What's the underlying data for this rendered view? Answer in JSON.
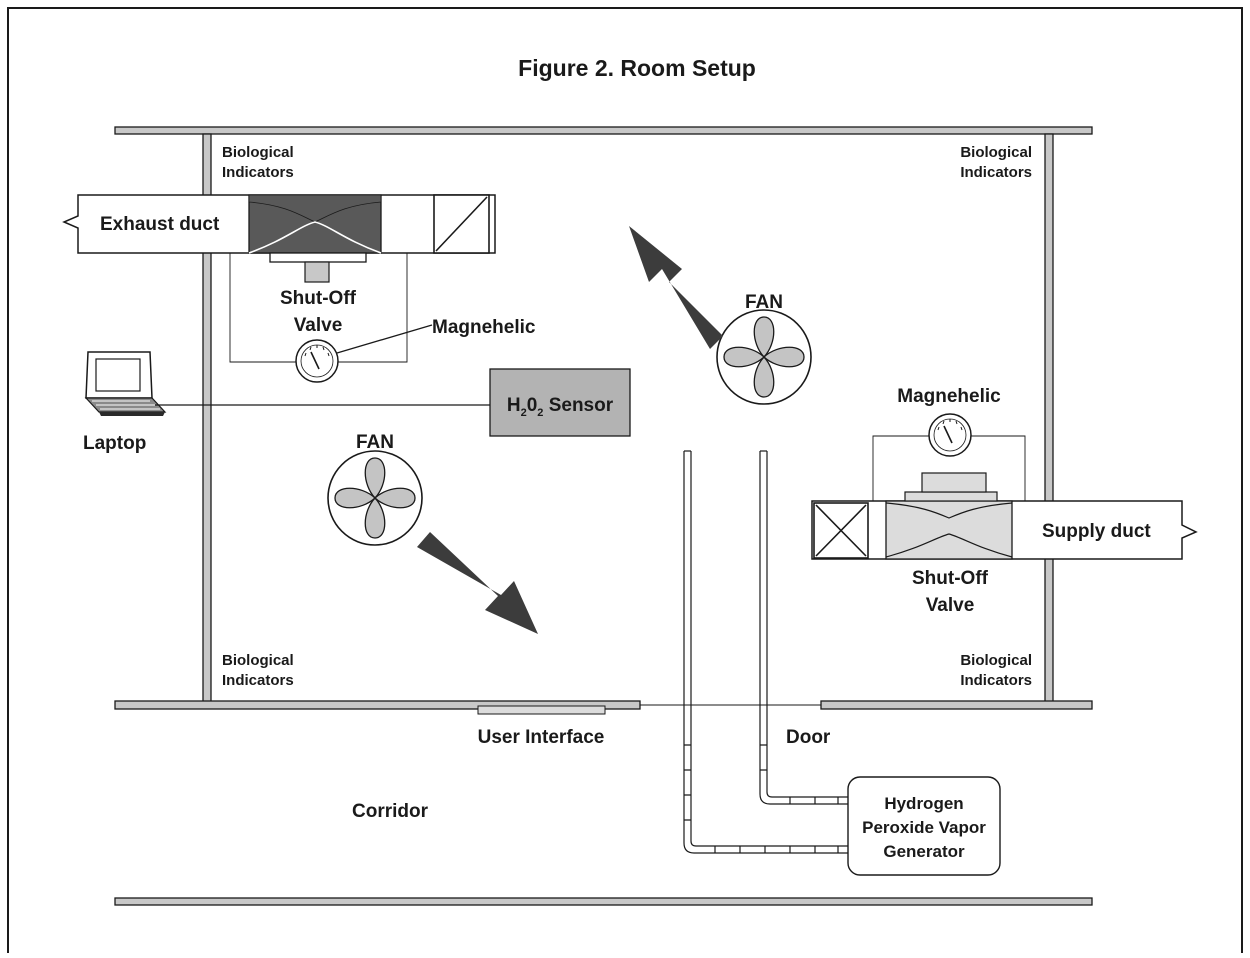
{
  "figure": {
    "title": "Figure 2. Room Setup"
  },
  "labels": {
    "bio_indicators_l1": "Biological",
    "bio_indicators_l2": "Indicators",
    "exhaust_duct": "Exhaust duct",
    "supply_duct": "Supply duct",
    "shut_off_l1": "Shut-Off",
    "shut_off_l2": "Valve",
    "magnehelic": "Magnehelic",
    "laptop": "Laptop",
    "fan": "FAN",
    "sensor_h": "H",
    "sensor_sub1": "2",
    "sensor_zero": "0",
    "sensor_sub2": "2",
    "sensor_word": " Sensor",
    "user_interface": "User Interface",
    "door": "Door",
    "corridor": "Corridor",
    "generator_l1": "Hydrogen",
    "generator_l2": "Peroxide Vapor",
    "generator_l3": "Generator"
  },
  "colors": {
    "wall_fill": "#c8c8c8",
    "valve_dark": "#595959",
    "valve_light": "#dcdcdc",
    "sensor_box": "#b3b3b3",
    "arrow": "#3c3c3c",
    "stroke": "#1a1a1a"
  },
  "icons": {
    "fan": "fan-icon",
    "laptop": "laptop-icon",
    "gauge": "gauge-icon",
    "damper": "damper-icon",
    "arrow": "airflow-arrow-icon"
  }
}
